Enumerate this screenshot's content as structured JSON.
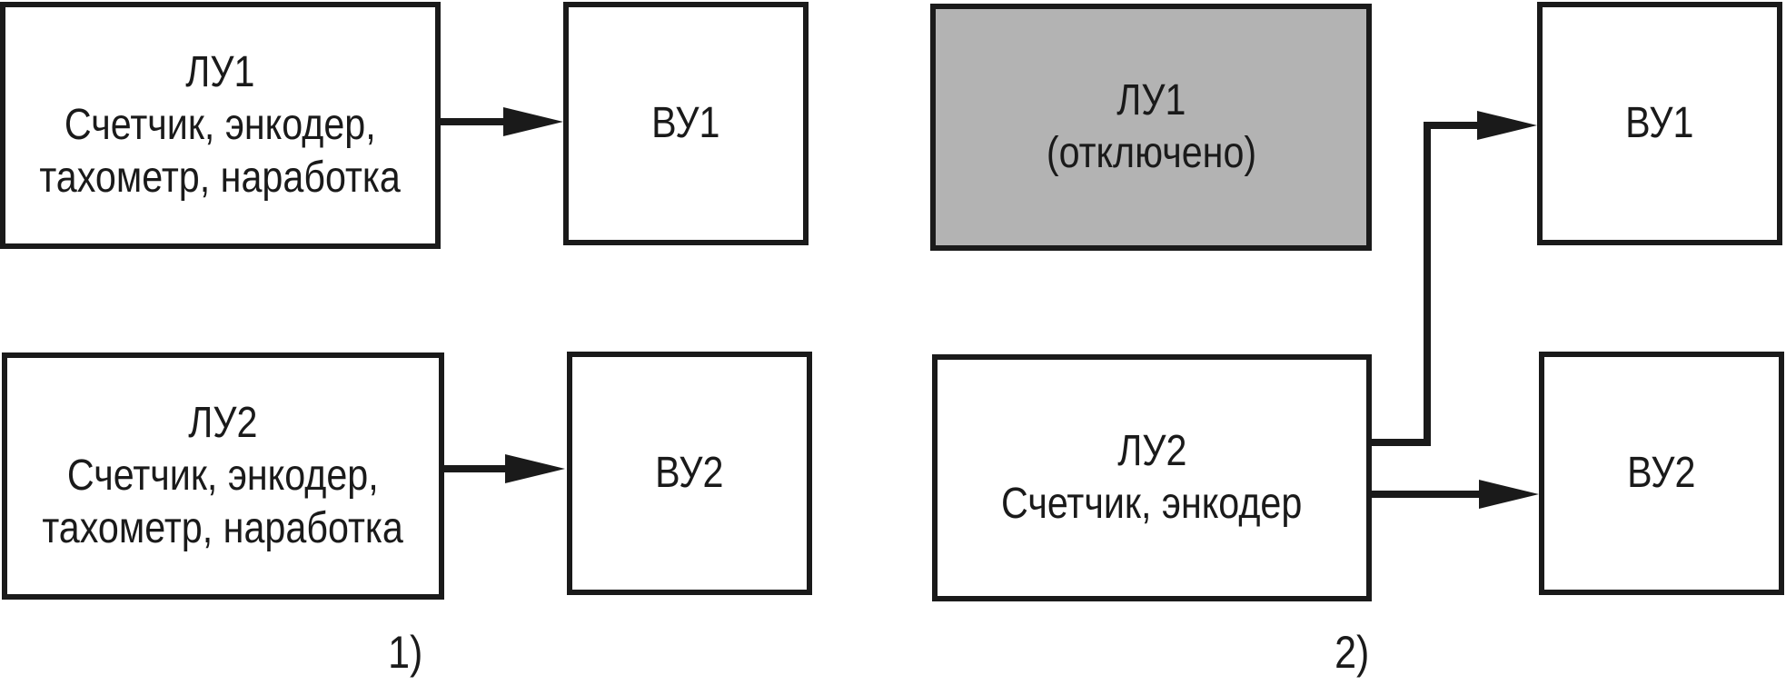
{
  "diagram_1": {
    "lu1": {
      "lines": [
        "ЛУ1",
        "Счетчик, энкодер,",
        "тахометр, наработка"
      ]
    },
    "vu1": {
      "label": "ВУ1"
    },
    "lu2": {
      "lines": [
        "ЛУ2",
        "Счетчик, энкодер,",
        "тахометр, наработка"
      ]
    },
    "vu2": {
      "label": "ВУ2"
    },
    "caption": "1)"
  },
  "diagram_2": {
    "lu1": {
      "lines": [
        "ЛУ1",
        "(отключено)"
      ]
    },
    "vu1": {
      "label": "ВУ1"
    },
    "lu2": {
      "lines": [
        "ЛУ2",
        "Счетчик, энкодер"
      ]
    },
    "vu2": {
      "label": "ВУ2"
    },
    "caption": "2)"
  },
  "colors": {
    "stroke": "#1a1a1a",
    "disabled_fill": "#b3b3b3",
    "background": "#ffffff"
  }
}
